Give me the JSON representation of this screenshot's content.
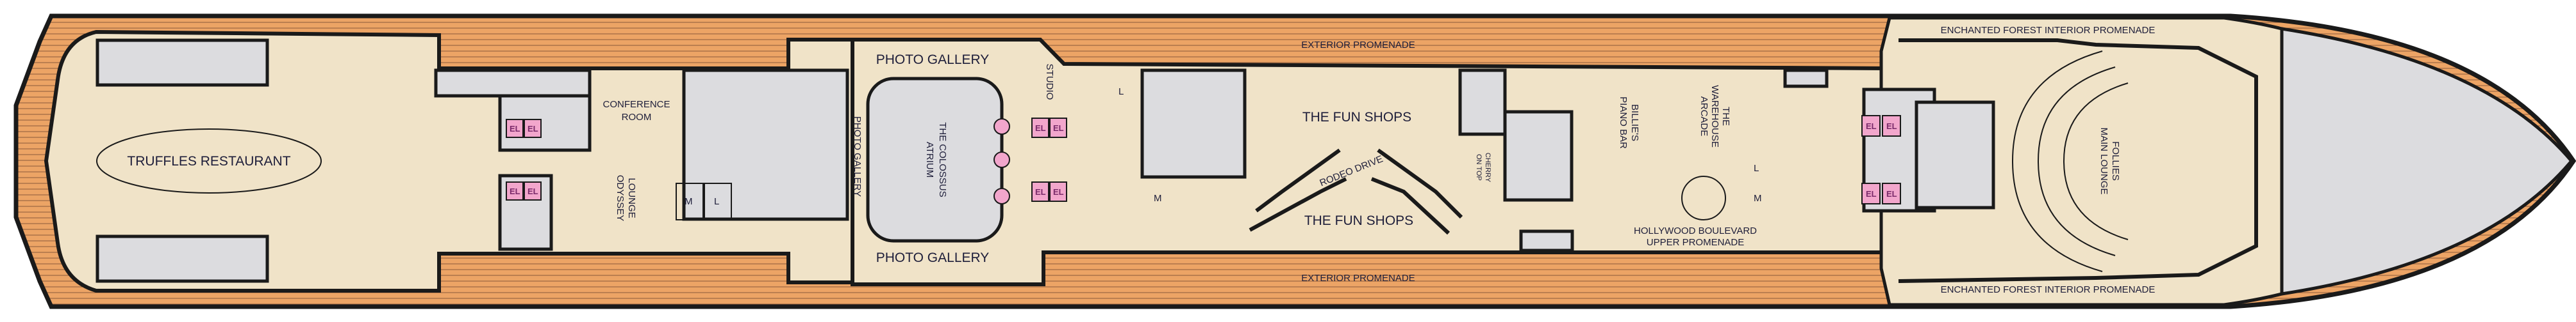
{
  "deck_plan": {
    "colors": {
      "exterior_deck": "#eca465",
      "interior": "#f0e3c8",
      "service": "#dcdcdf",
      "elevator": "#f2a6cc",
      "walls": "#1a1a1a"
    },
    "venues": {
      "truffles": "TRUFFLES RESTAURANT",
      "conference_1": "CONFERENCE",
      "conference_2": "ROOM",
      "odyssey_1": "ODYSSEY",
      "odyssey_2": "LOUNGE",
      "photo_gallery_top": "PHOTO GALLERY",
      "photo_gallery_bottom": "PHOTO GALLERY",
      "photo_gallery_side": "PHOTO GALLERY",
      "studio": "STUDIO",
      "atrium_1": "THE COLOSSUS",
      "atrium_2": "ATRIUM",
      "fun_shops_top": "THE FUN SHOPS",
      "fun_shops_bottom": "THE FUN SHOPS",
      "rodeo": "RODEO DRIVE",
      "cherry_1": "CHERRY",
      "cherry_2": "ON TOP",
      "billies_1": "BILLIE'S",
      "billies_2": "PIANO BAR",
      "warehouse_1": "THE",
      "warehouse_2": "WAREHOUSE",
      "warehouse_3": "ARCADE",
      "hollywood_1": "HOLLYWOOD BOULEVARD",
      "hollywood_2": "UPPER PROMENADE",
      "follies_1": "FOLLIES",
      "follies_2": "MAIN LOUNGE",
      "ext_prom_top": "EXTERIOR PROMENADE",
      "ext_prom_bottom": "EXTERIOR PROMENADE",
      "enchanted_top": "ENCHANTED FOREST INTERIOR PROMENADE",
      "enchanted_bottom": "ENCHANTED FOREST INTERIOR PROMENADE"
    },
    "markers": {
      "elevator": "EL",
      "mens_restroom": "M",
      "ladies_restroom": "L"
    }
  }
}
